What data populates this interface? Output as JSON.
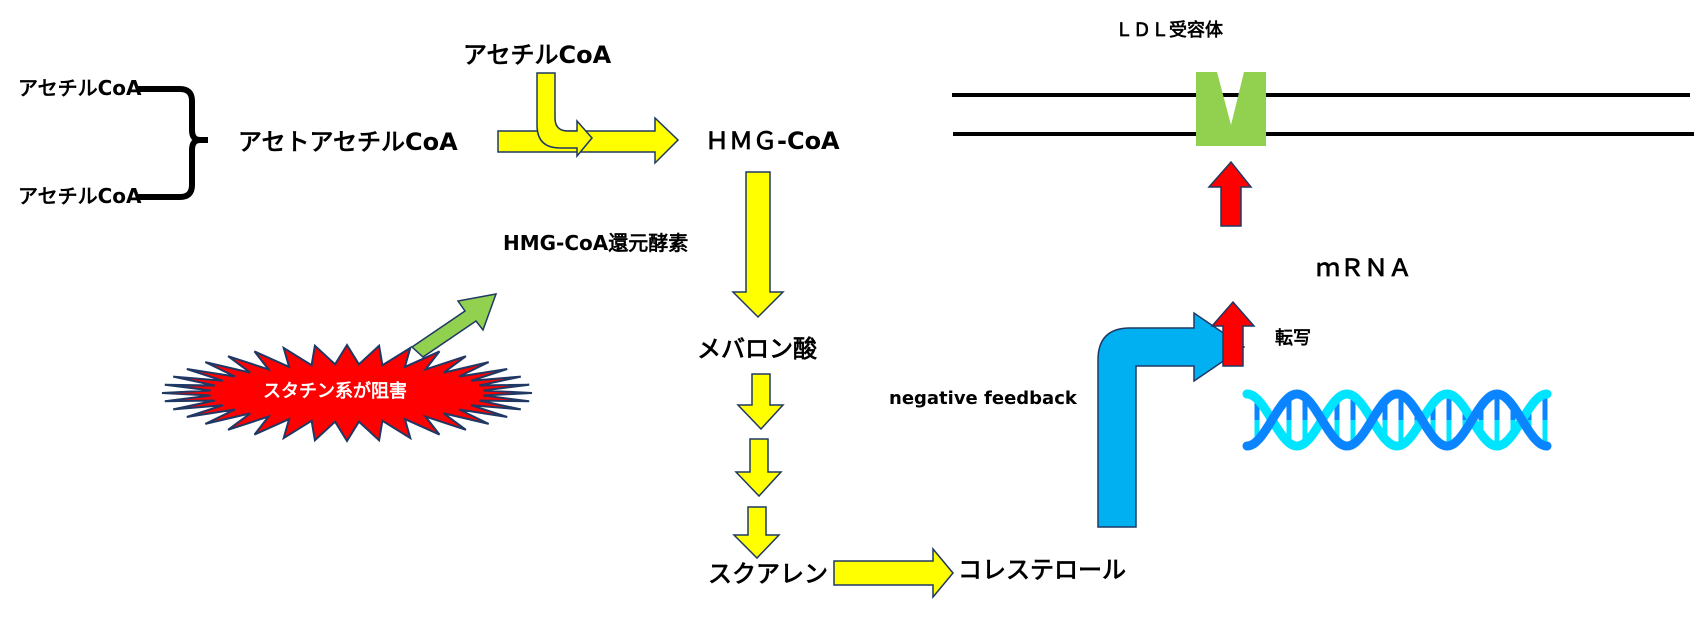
{
  "colors": {
    "pathway_arrow": "#ffff00",
    "arrow_outline": "#1f3864",
    "inhibit_arrow": "#92d050",
    "upregulate_arrow": "#ff0000",
    "feedback_arrow": "#00b0f0",
    "receptor": "#92d050",
    "dna_dark": "#0a84ff",
    "dna_light": "#00e5ff",
    "membrane": "#000000",
    "burst_fill": "#ff0000"
  },
  "labels": {
    "acetyl_coa_top_left": "アセチルCoA",
    "acetyl_coa_bottom_left": "アセチルCoA",
    "acetoacetyl_coa": "アセトアセチルCoA",
    "acetyl_coa_top": "アセチルCoA",
    "hmg_coa": "ＨＭＧ-CoA",
    "hmg_coa_reductase": "HMG-CoA還元酵素",
    "statin_inhibits": "スタチン系が阻害",
    "mevalonic_acid": "メバロン酸",
    "squalene": "スクアレン",
    "cholesterol": "コレステロール",
    "negative_feedback": "negative feedback",
    "transcription": "転写",
    "mrna": "ｍＲＮＡ",
    "ldl_receptor": "ＬＤＬ受容体"
  },
  "icons": {
    "brace": "right-curly-brace-icon",
    "burst": "explosion-burst-icon",
    "dna": "dna-double-helix-icon",
    "receptor": "ldl-receptor-icon"
  }
}
